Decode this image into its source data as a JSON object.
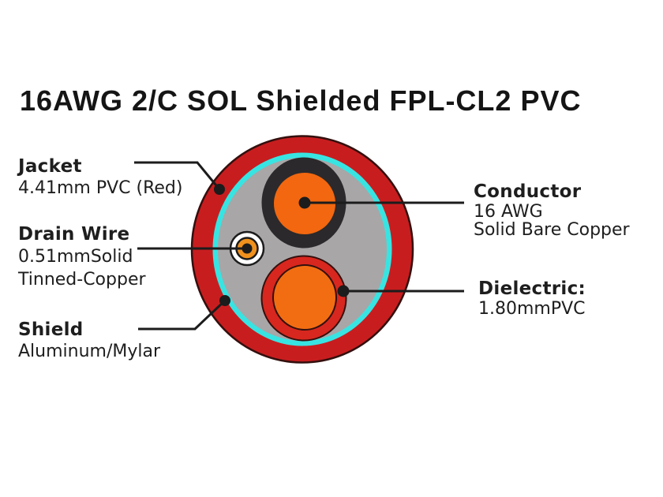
{
  "title": "16AWG 2/C SOL Shielded FPL-CL2 PVC",
  "callouts": {
    "jacket": {
      "heading": "Jacket",
      "line1": "4.41mm PVC (Red)"
    },
    "drain_wire": {
      "heading": "Drain Wire",
      "line1": "0.51mmSolid",
      "line2": "Tinned-Copper"
    },
    "shield": {
      "heading": "Shield",
      "line1": "Aluminum/Mylar"
    },
    "conductor": {
      "heading": "Conductor",
      "line1": "16 AWG",
      "line2": "Solid Bare Copper"
    },
    "dielectric": {
      "heading": "Dielectric:",
      "line1": "1.80mmPVC"
    }
  },
  "colors": {
    "jacket_red": "#c81d1f",
    "dielectric_red": "#d8271e",
    "shield_cyan": "#38e4e2",
    "filler_gray": "#a8a6a7",
    "insulation_black": "#2b292b",
    "conductor_orange": "#f2670f",
    "dielectric_orange": "#f26d12",
    "drain_orange": "#f0911d",
    "drain_white": "#ffffff",
    "line_black": "#1c1c1c",
    "outline_dark": "#33100e"
  }
}
